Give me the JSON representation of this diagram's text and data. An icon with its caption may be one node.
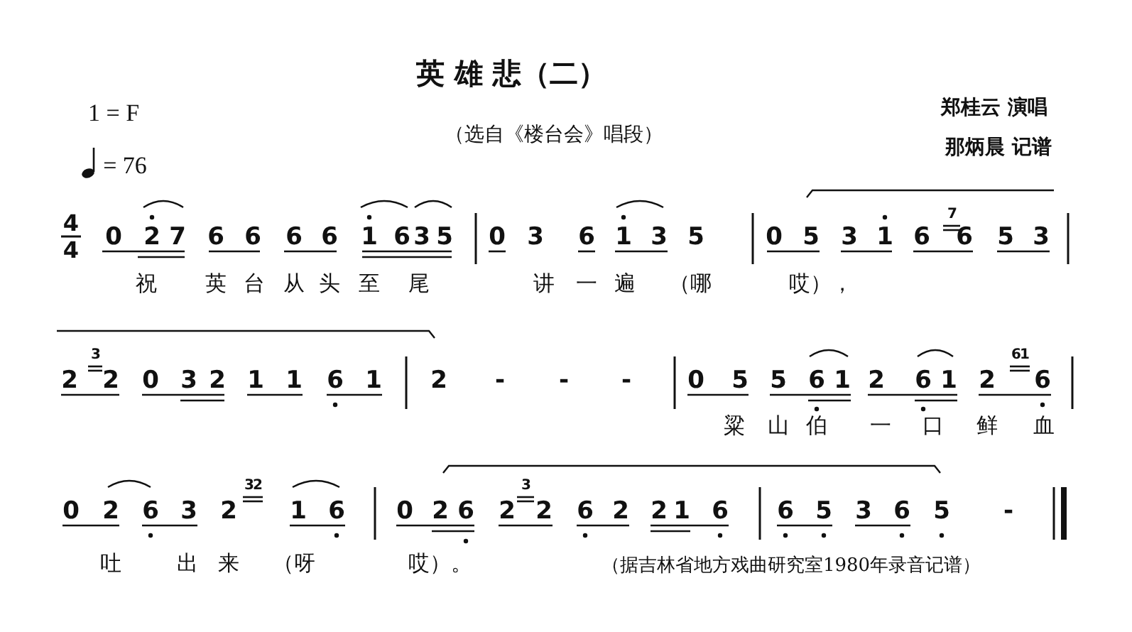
{
  "diagram": {
    "title": "英 雄 悲（二）",
    "labels": [
      "1 = F",
      "郑桂云 演唱",
      "（选自《楼台会》唱段）",
      "那炳晨 记谱",
      "= 76",
      "4",
      "4",
      "0",
      "2",
      "7",
      "6",
      "6",
      "6",
      "6",
      "1",
      "6",
      "3",
      "5",
      "0",
      "3",
      "6",
      "1",
      "3",
      "5",
      "0",
      "5",
      "3",
      "1",
      "6",
      "7",
      "6",
      "5",
      "3",
      "祝",
      "英",
      "台",
      "从",
      "头",
      "至",
      "尾",
      "讲",
      "一",
      "遍",
      "（哪",
      "哎），",
      "2",
      "3",
      "2",
      "0",
      "3",
      "2",
      "1",
      "1",
      "6",
      "1",
      "2",
      "-",
      "-",
      "-",
      "0",
      "5",
      "5",
      "6",
      "1",
      "2",
      "6",
      "1",
      "2",
      "61",
      "6",
      "粱",
      "山",
      "伯",
      "一",
      "口",
      "鲜",
      "血",
      "0",
      "2",
      "6",
      "3",
      "2",
      "32",
      "1",
      "6",
      "0",
      "2",
      "6",
      "2",
      "3",
      "2",
      "6",
      "2",
      "2",
      "1",
      "6",
      "6",
      "5",
      "3",
      "6",
      "5",
      "-",
      "吐",
      "出",
      "来",
      "（呀",
      "哎）。",
      "（据吉林省地方戏曲研究室1980年录音记谱）"
    ]
  }
}
